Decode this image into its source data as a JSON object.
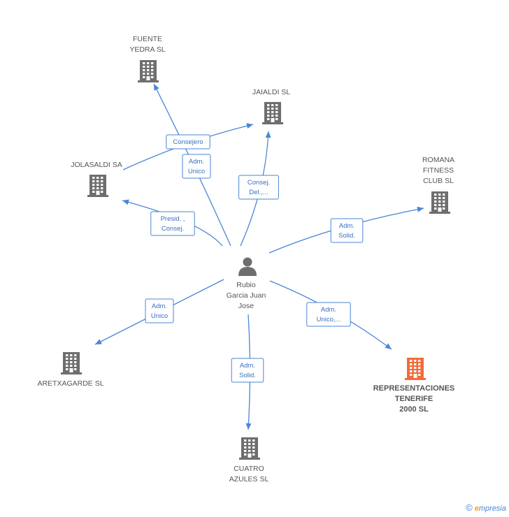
{
  "center": {
    "id": "rubio",
    "name_lines": [
      "Rubio",
      "Garcia Juan",
      "Jose"
    ],
    "icon": "person-icon"
  },
  "nodes": [
    {
      "id": "fuente",
      "label_lines": [
        "FUENTE",
        "YEDRA SL"
      ],
      "icon": "building-icon",
      "highlight": false
    },
    {
      "id": "jaialdi",
      "label_lines": [
        "JAIALDI SL"
      ],
      "icon": "building-icon",
      "highlight": false
    },
    {
      "id": "jolasaldi",
      "label_lines": [
        "JOLASALDI SA"
      ],
      "icon": "building-icon",
      "highlight": false
    },
    {
      "id": "romana",
      "label_lines": [
        "ROMANA",
        "FITNESS",
        "CLUB SL"
      ],
      "icon": "building-icon",
      "highlight": false
    },
    {
      "id": "aretxagarde",
      "label_lines": [
        "ARETXAGARDE SL"
      ],
      "icon": "building-icon",
      "highlight": false
    },
    {
      "id": "cuatro",
      "label_lines": [
        "CUATRO",
        "AZULES SL"
      ],
      "icon": "building-icon",
      "highlight": false
    },
    {
      "id": "representaciones",
      "label_lines": [
        "REPRESENTACIONES",
        "TENERIFE",
        "2000 SL"
      ],
      "icon": "building-icon",
      "highlight": true
    }
  ],
  "edges": [
    {
      "from": "rubio",
      "to": "fuente",
      "label_lines": [
        "Adm.",
        "Unico"
      ]
    },
    {
      "from": "jolasaldi",
      "to": "jaialdi",
      "label_lines": [
        "Consejero"
      ]
    },
    {
      "from": "rubio",
      "to": "jaialdi",
      "label_lines": [
        "Consej.",
        "Del.,..."
      ]
    },
    {
      "from": "rubio",
      "to": "jolasaldi",
      "label_lines": [
        "Presid. ,",
        "Consej."
      ]
    },
    {
      "from": "rubio",
      "to": "romana",
      "label_lines": [
        "Adm.",
        "Solid."
      ]
    },
    {
      "from": "rubio",
      "to": "aretxagarde",
      "label_lines": [
        "Adm.",
        "Unico"
      ]
    },
    {
      "from": "rubio",
      "to": "cuatro",
      "label_lines": [
        "Adm.",
        "Solid."
      ]
    },
    {
      "from": "rubio",
      "to": "representaciones",
      "label_lines": [
        "Adm.",
        "Unico,..."
      ]
    }
  ],
  "colors": {
    "edge": "#4a86d4",
    "building": "#6e6e6e",
    "building_highlight": "#f26b3a",
    "label_text": "#555555"
  },
  "footer": {
    "copyright": "©",
    "brand_initial": "e",
    "brand_rest": "mpresia"
  }
}
